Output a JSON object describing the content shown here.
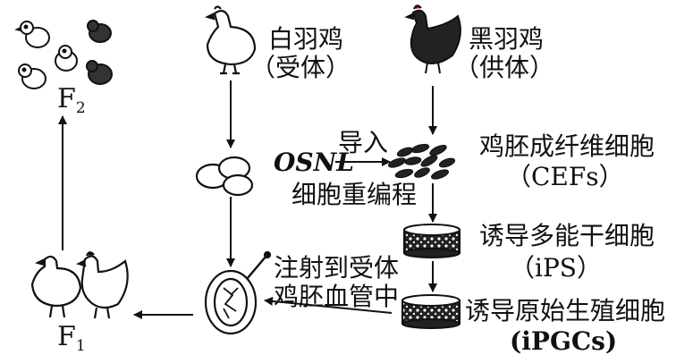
{
  "labels": {
    "white_hen": "白羽鸡",
    "recipient": "（受体）",
    "black_hen": "黑羽鸡",
    "donor": "（供体）",
    "f2_base": "F",
    "f2_sub": "2",
    "f1_base": "F",
    "f1_sub": "1",
    "import_label": "导入",
    "osnl": "OSNL",
    "reprogram": "细胞重编程",
    "cefs_name": "鸡胚成纤维细胞",
    "cefs_abbr": "（CEFs）",
    "ips_name": "诱导多能干细胞",
    "ips_abbr": "（iPS）",
    "inject_line1": "注射到受体",
    "inject_line2": "鸡胚血管中",
    "ipgcs_name": "诱导原始生殖细胞",
    "ipgcs_abbr": "(iPGCs)"
  }
}
